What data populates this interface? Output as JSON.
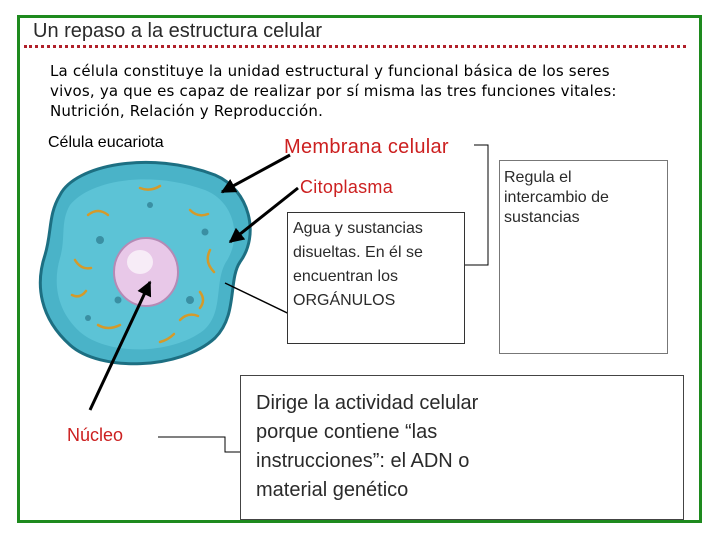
{
  "slide": {
    "title": "Un repaso a la estructura celular",
    "intro_line1": "La célula constituye la unidad estructural y funcional básica de los seres",
    "intro_line2": "vivos, ya que es capaz de realizar por sí misma las tres funciones vitales:",
    "intro_line3": "Nutrición, Relación y Reproducción."
  },
  "labels": {
    "cell_type": "Célula eucariota",
    "membrane": "Membrana celular",
    "cytoplasm": "Citoplasma",
    "nucleus": "Núcleo"
  },
  "descriptions": {
    "membrane": "Regula el intercambio de sustancias",
    "cytoplasm": "Agua y sustancias disueltas. En él se encuentran los ORGÁNULOS",
    "nucleus": "Dirige la actividad celular porque contiene “las instrucciones”: el ADN o material genético"
  },
  "colors": {
    "frame": "#1e8a1e",
    "dotted_rule": "#b0202a",
    "label_red": "#cc2020",
    "cell_fill": "#4ab3c8",
    "nucleus_fill": "#e8c8e8",
    "organelle": "#d49a2a"
  },
  "icons": [
    "eukaryotic-cell-illustration",
    "truck-barrier-illustration",
    "ship-captain-illustration"
  ]
}
